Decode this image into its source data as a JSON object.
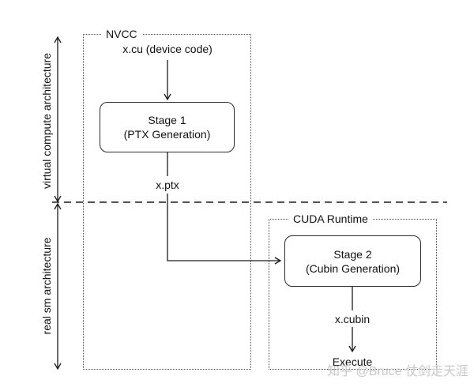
{
  "left_axis": {
    "virtual_label": "virtual compute architecture",
    "real_label": "real sm architecture"
  },
  "nvcc_group": {
    "title": "NVCC",
    "input_file": "x.cu (device code)",
    "stage1_title": "Stage 1",
    "stage1_subtitle": "(PTX Generation)",
    "output_file": "x.ptx"
  },
  "runtime_group": {
    "title": "CUDA Runtime",
    "stage2_title": "Stage 2",
    "stage2_subtitle": "(Cubin Generation)",
    "output_file": "x.cubin",
    "final_step": "Execute"
  },
  "watermark": "知乎 @Bruce 仗剑走天涯",
  "colors": {
    "line": "#1a1a1a",
    "dotted_border": "#4a4a4a",
    "box_border": "#2b2b2b",
    "text": "#111111",
    "watermark": "#c8c8c8",
    "background": "#ffffff"
  }
}
